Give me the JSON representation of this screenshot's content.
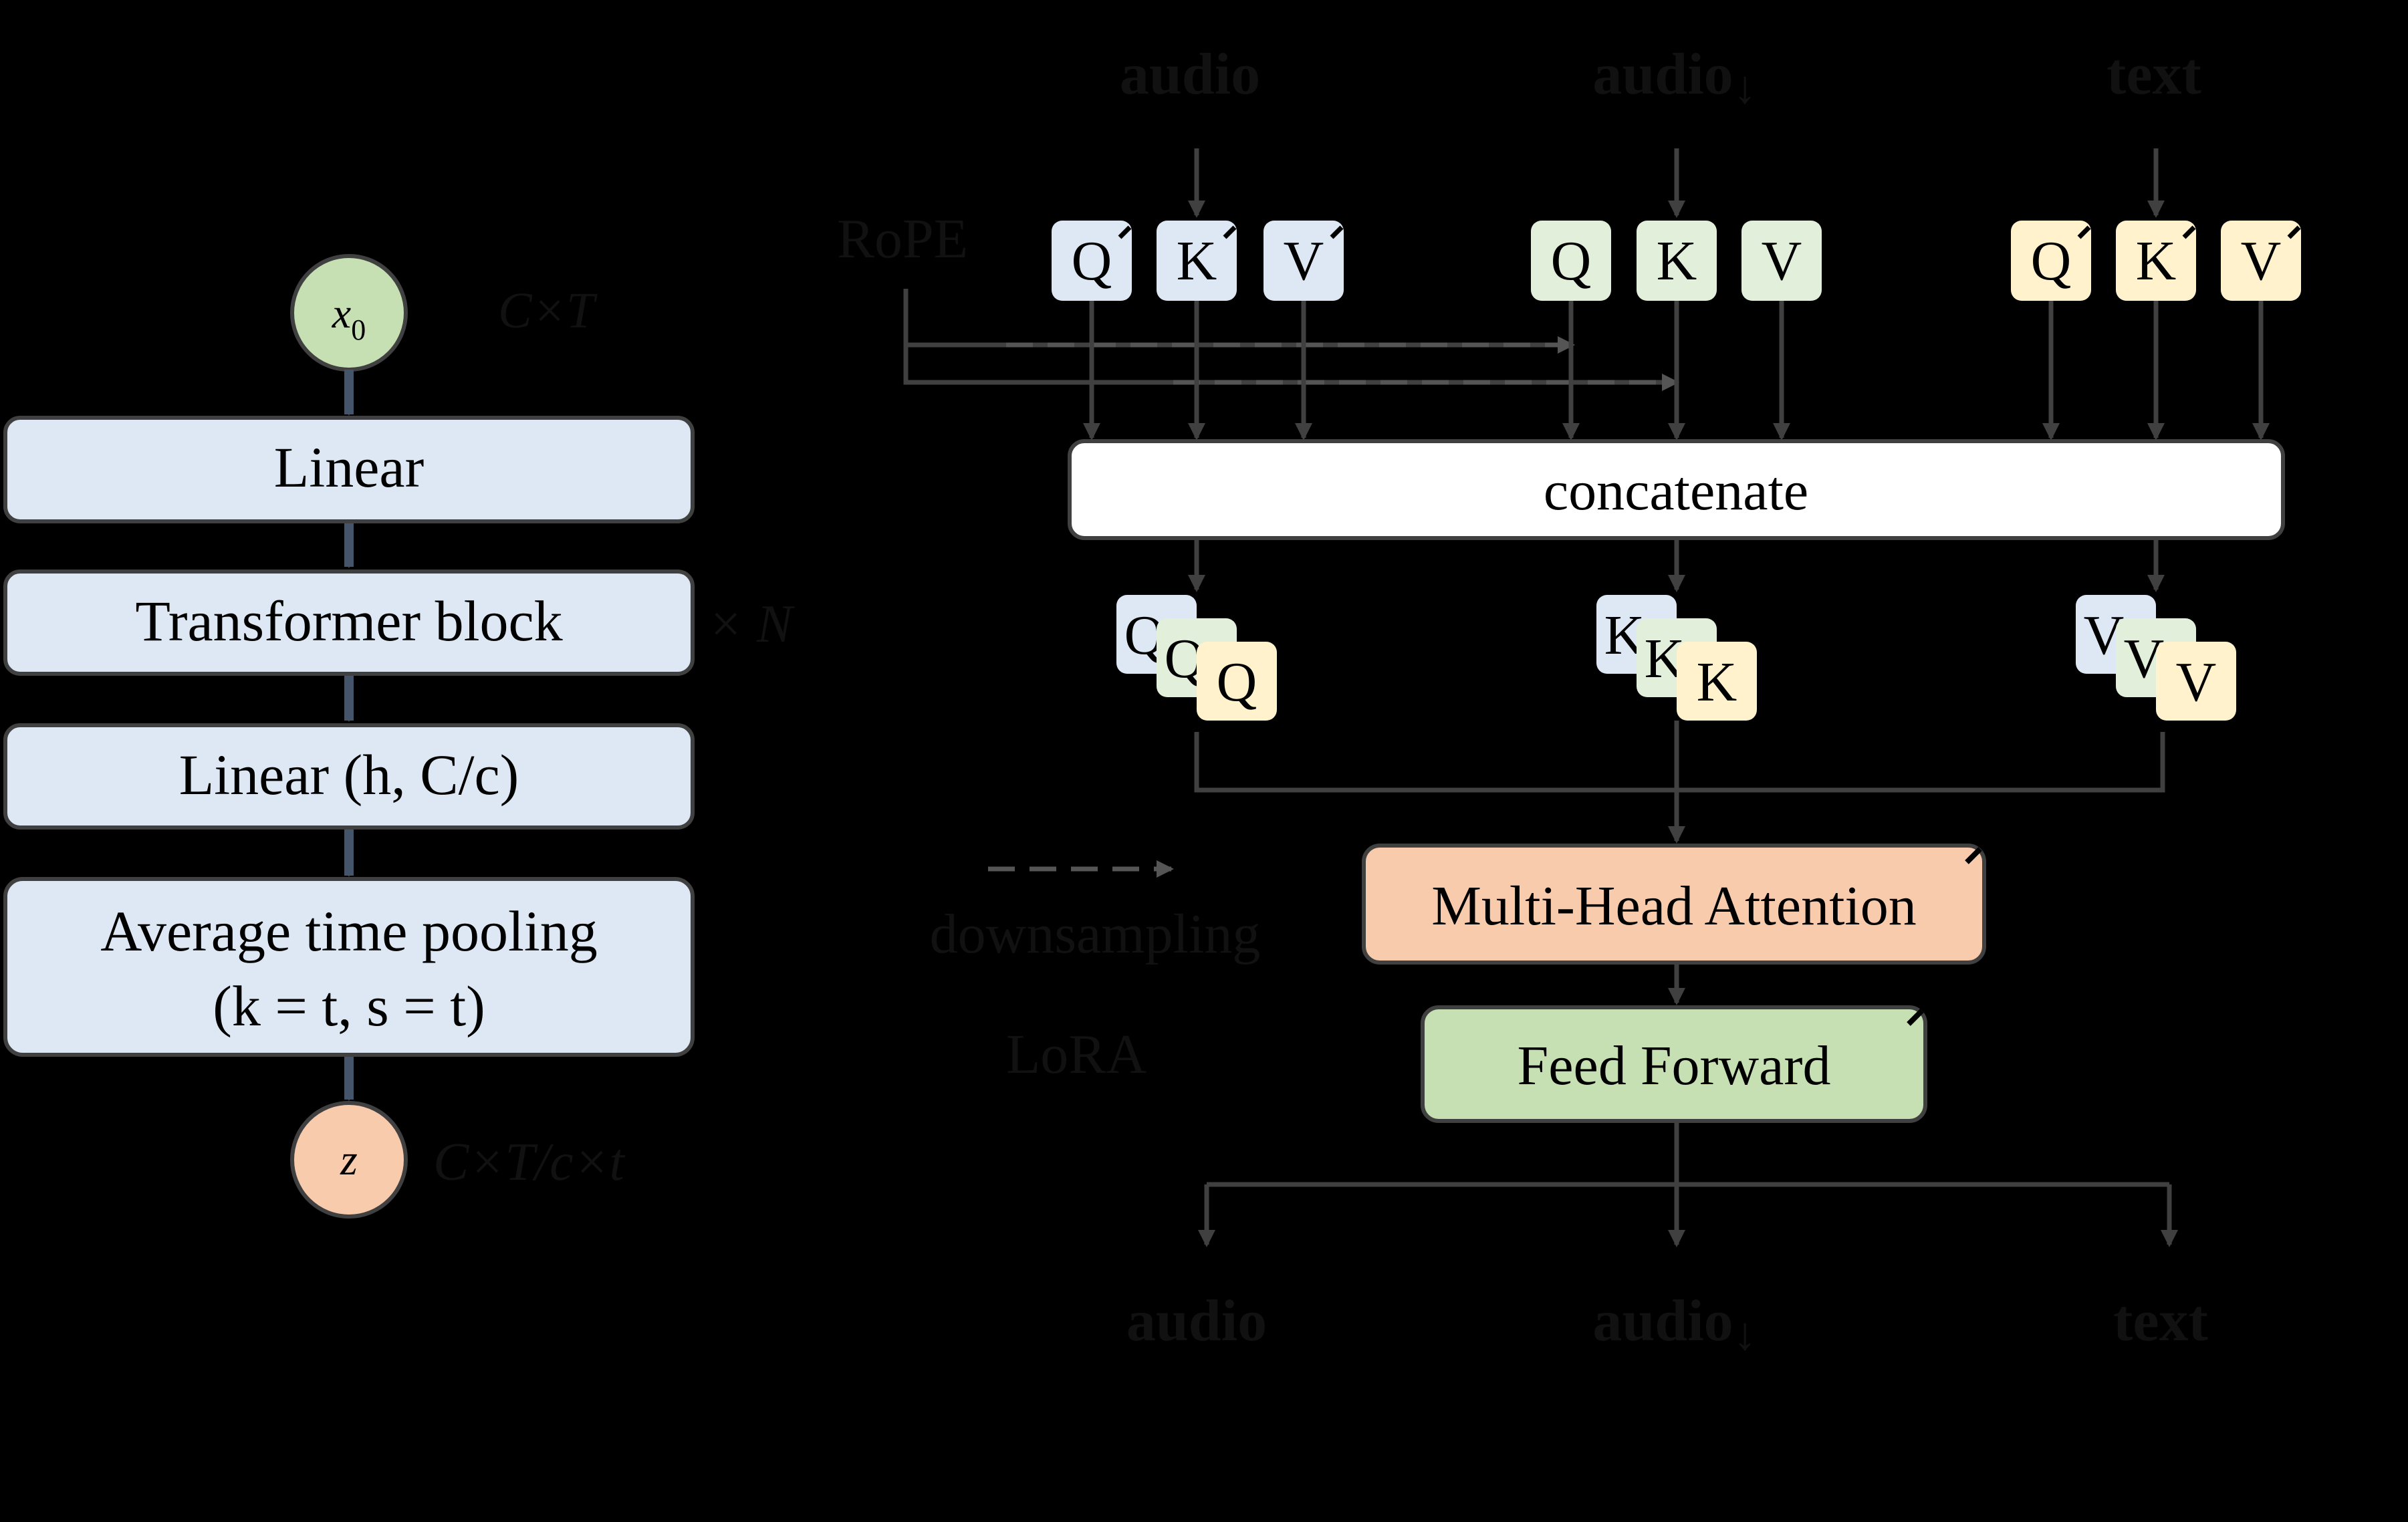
{
  "encoder": {
    "input_node": {
      "label": "x",
      "subscript": "0"
    },
    "input_shape": "C×T",
    "blocks": [
      {
        "line1": "Linear",
        "line2": ""
      },
      {
        "line1": "Transformer block",
        "line2": ""
      },
      {
        "line1": "Linear (h, C/c)",
        "line2": ""
      },
      {
        "line1": "Average time pooling",
        "line2": "(k = t, s = t)"
      }
    ],
    "repeat_label": "× N",
    "output_node": {
      "label": "z"
    },
    "output_shape": "C×T/c×t"
  },
  "attention": {
    "inputs": [
      {
        "name": "audio",
        "suffix": ""
      },
      {
        "name": "audio",
        "suffix": "↓"
      },
      {
        "name": "text",
        "suffix": ""
      }
    ],
    "outputs": [
      {
        "name": "audio",
        "suffix": ""
      },
      {
        "name": "audio",
        "suffix": "↓"
      },
      {
        "name": "text",
        "suffix": ""
      }
    ],
    "rope_label": "RoPE",
    "qkv_labels": [
      "Q",
      "K",
      "V"
    ],
    "concat_label": "concatenate",
    "mha_label": "Multi-Head Attention",
    "ff_label": "Feed Forward",
    "legend": {
      "downsampling": "downsampling",
      "lora": "LoRA"
    }
  },
  "colors": {
    "background": "#000000",
    "blue_fill": "#dde8f4",
    "green_fill": "#c6e0b4",
    "light_green_fill": "#e2efda",
    "yellow_fill": "#fff2cc",
    "orange_fill": "#f8cbad",
    "line": "#404040",
    "arrow_blue": "#44546a"
  }
}
